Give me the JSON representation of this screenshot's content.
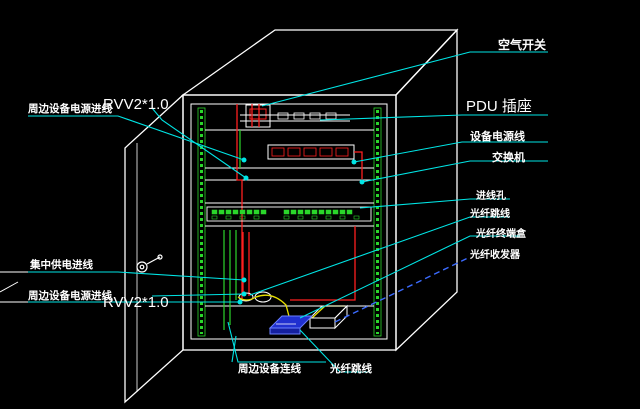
{
  "labels": {
    "air_switch": "空气开关",
    "pdu": "PDU 插座",
    "equipment_power_cable": "设备电源线",
    "switch": "交换机",
    "cable_hole": "进线孔",
    "fiber_jumper": "光纤跳线",
    "fiber_terminal_box": "光纤终端盒",
    "fiber_transceiver": "光纤收发器",
    "fiber_cable": "光纤跳线",
    "peripheral_cable": "周边设备连线",
    "peripheral_power_top": "周边设备电源进线",
    "rvv_top": "RVV2*1.0",
    "central_power": "集中供电进线",
    "peripheral_power_bottom": "周边设备电源进线",
    "rvv_bottom": "RVV2*1.0"
  },
  "colors": {
    "background": "#000000",
    "cabinet_outline": "#ffffff",
    "leader": "#00e5e5",
    "power_red": "#ff2020",
    "power_green": "#2bd62b",
    "yellow": "#e8e000",
    "dashed_blue": "#3b6bff",
    "transceiver_blue": "#2030d0"
  }
}
